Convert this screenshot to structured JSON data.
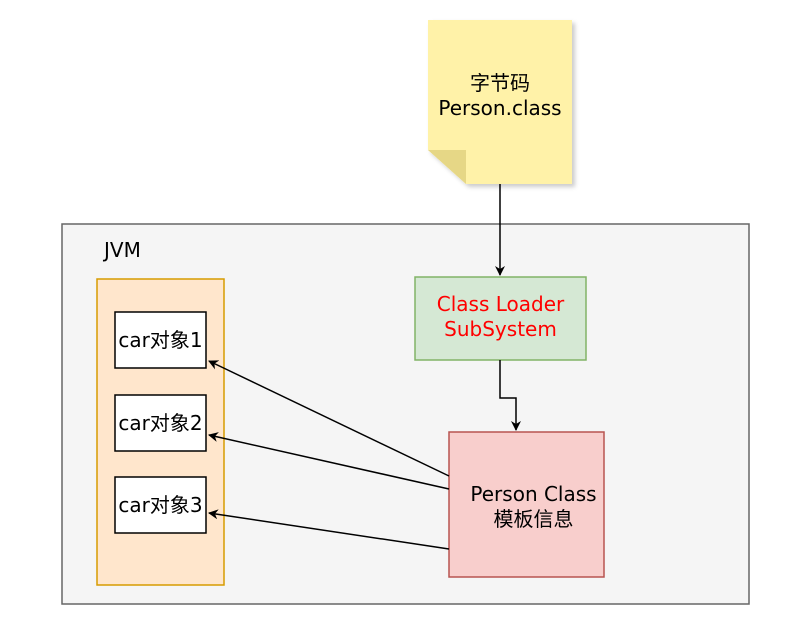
{
  "diagram": {
    "jvm_label": "JVM",
    "bytecode": {
      "line1": "字节码",
      "line2": "Person.class"
    },
    "class_loader": {
      "line1": "Class Loader",
      "line2": "SubSystem",
      "line1_color": "#ff0000"
    },
    "person_class": {
      "line1": "Person Class",
      "line2": "模板信息"
    },
    "objects": [
      "car对象1",
      "car对象2",
      "car对象3"
    ]
  },
  "colors": {
    "jvm_fill": "#f5f5f5",
    "jvm_stroke": "#666666",
    "note_fill": "#fff2a8",
    "note_fold": "#e6d786",
    "heap_fill": "#ffe6cc",
    "heap_stroke": "#d79b00",
    "loader_fill": "#d5e8d4",
    "loader_stroke": "#82b366",
    "class_fill": "#f8cecc",
    "class_stroke": "#b85450"
  }
}
